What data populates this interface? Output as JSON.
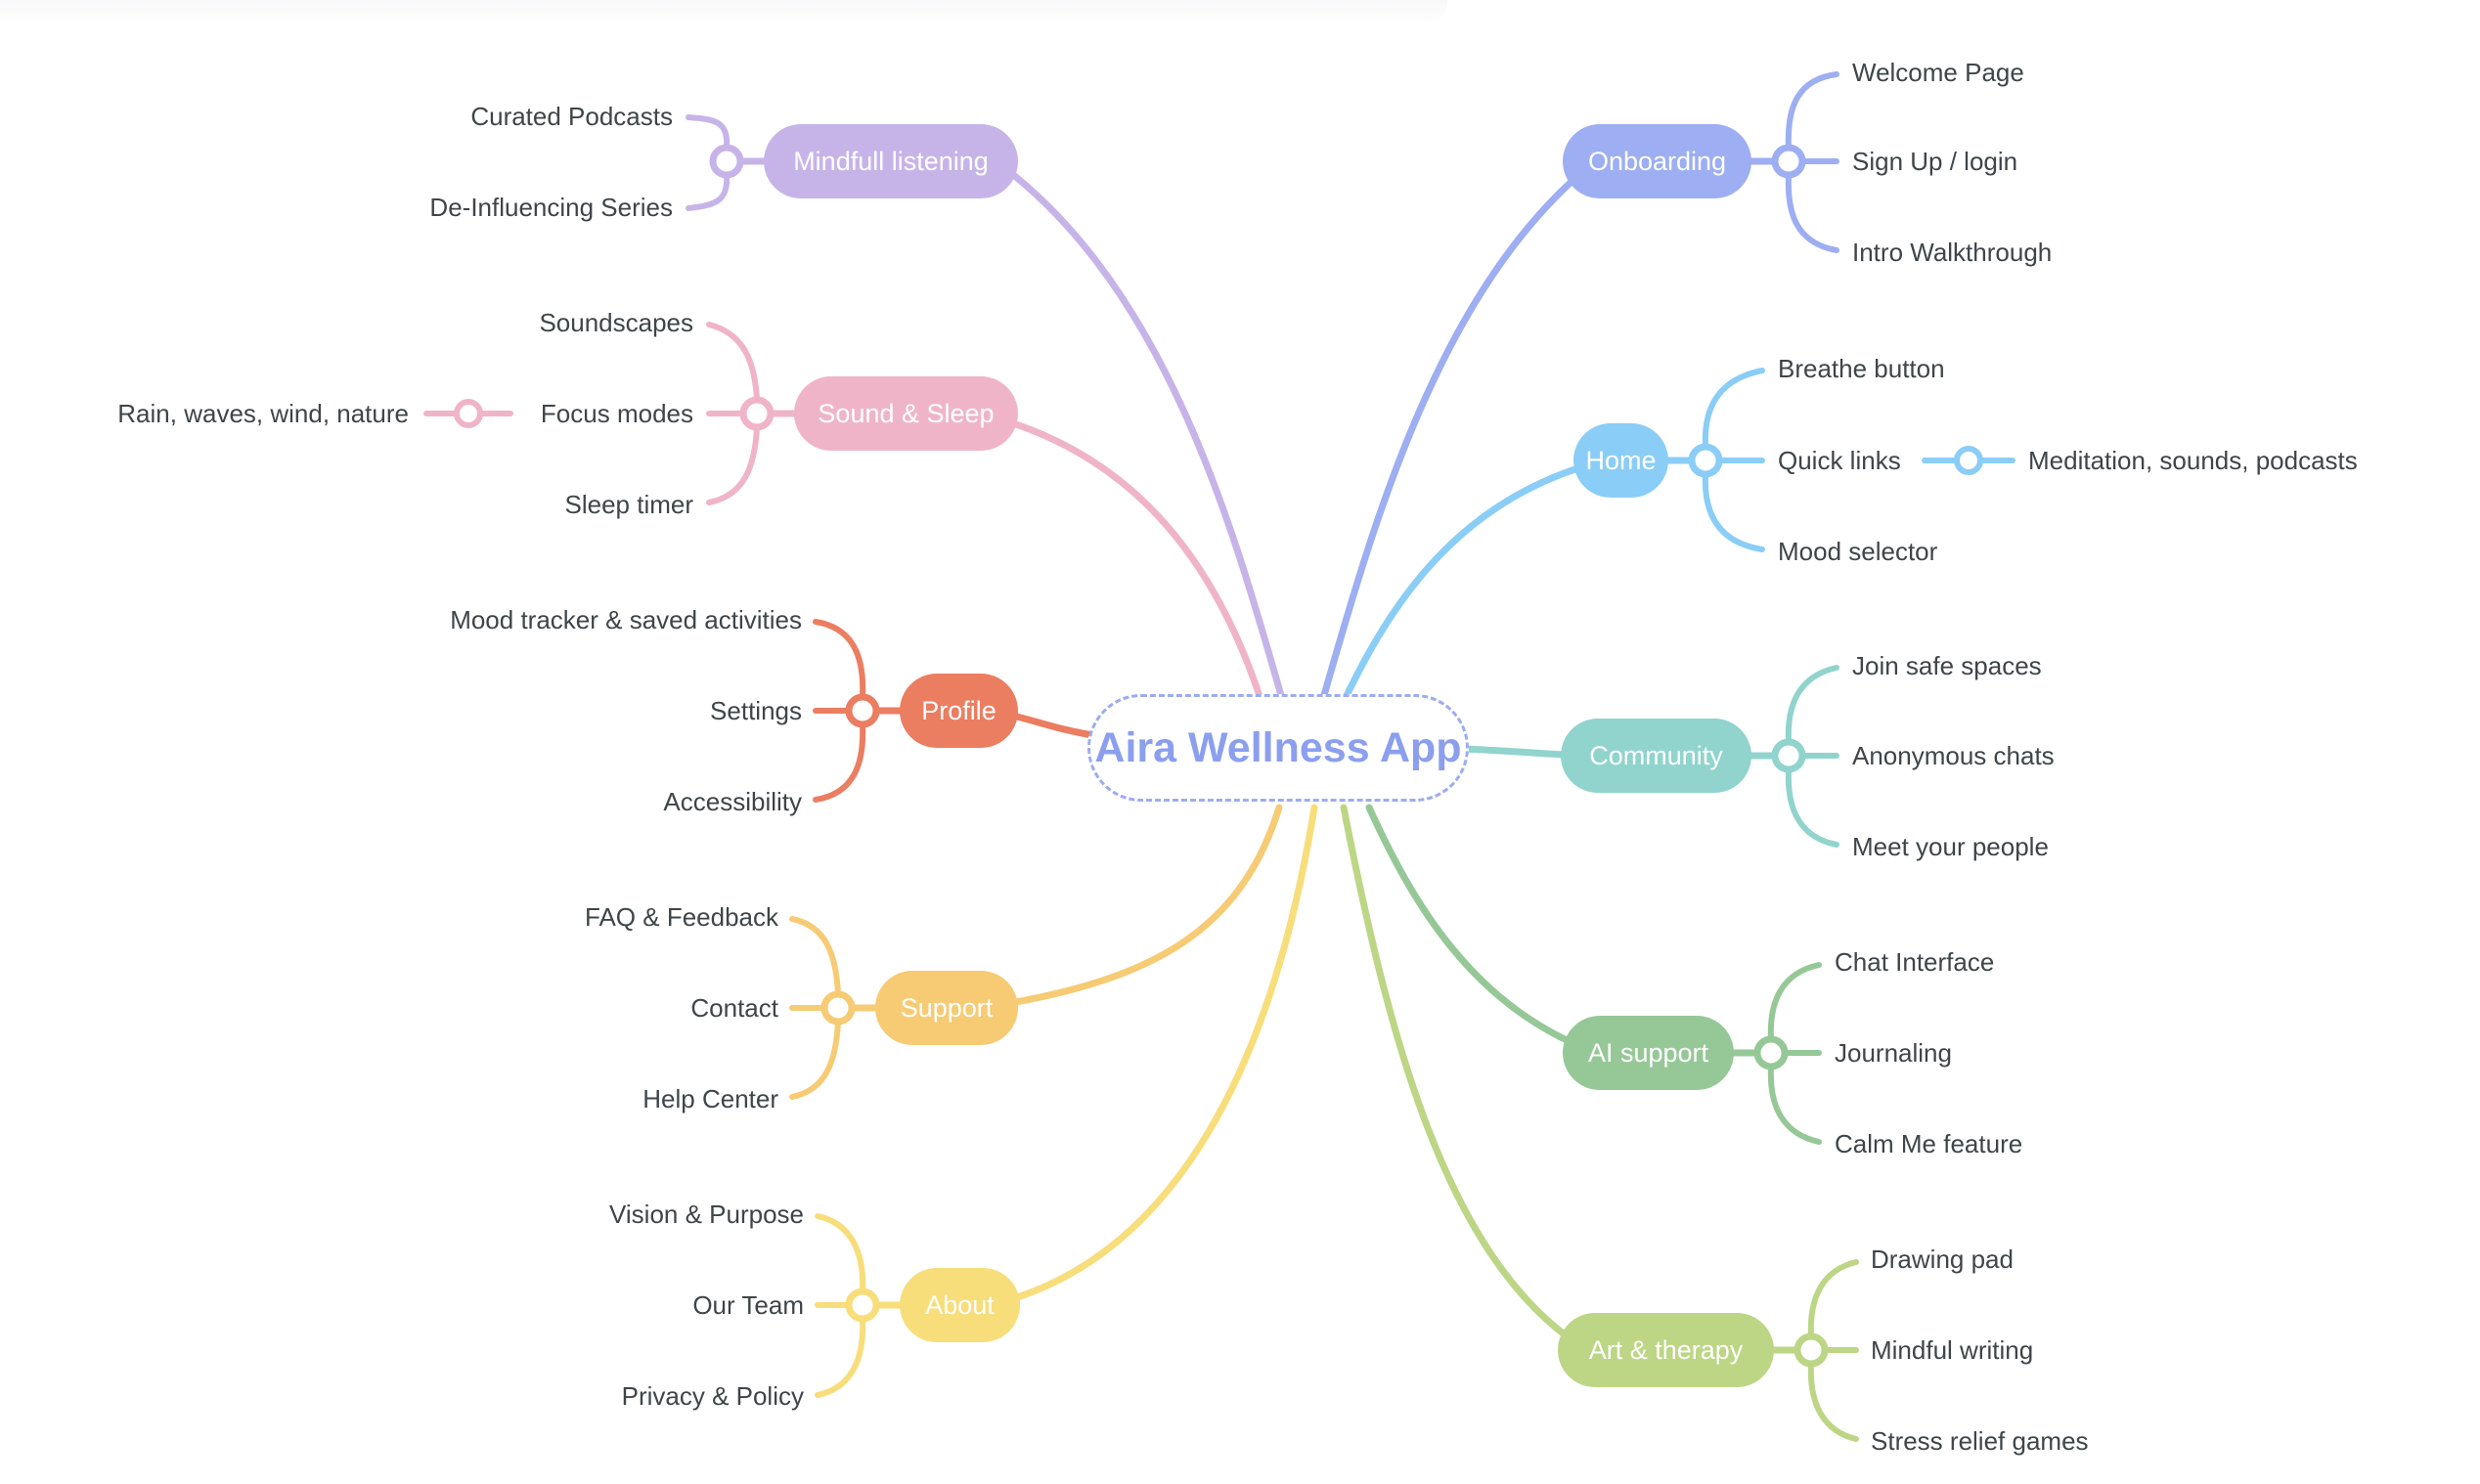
{
  "title": "Aira Wellness App",
  "theme": {
    "background": "#ffffff",
    "leaf_text_color": "#3F4549",
    "center_text_color": "#8B9FEE",
    "center_border_color": "#9DACF1"
  },
  "branches": [
    {
      "label": "Onboarding",
      "color": "#9DAEF2",
      "side": "right",
      "children": [
        {
          "label": "Welcome Page"
        },
        {
          "label": "Sign Up / login"
        },
        {
          "label": "Intro Walkthrough"
        }
      ]
    },
    {
      "label": "Home",
      "color": "#8ACDF6",
      "side": "right",
      "children": [
        {
          "label": "Breathe button"
        },
        {
          "label": "Quick links",
          "children": [
            {
              "label": "Meditation, sounds, podcasts"
            }
          ]
        },
        {
          "label": "Mood selector"
        }
      ]
    },
    {
      "label": "Community",
      "color": "#90D4CD",
      "side": "right",
      "children": [
        {
          "label": "Join safe spaces"
        },
        {
          "label": "Anonymous chats"
        },
        {
          "label": "Meet your people"
        }
      ]
    },
    {
      "label": "AI support",
      "color": "#96C897",
      "side": "right",
      "children": [
        {
          "label": "Chat Interface"
        },
        {
          "label": "Journaling"
        },
        {
          "label": "Calm Me feature"
        }
      ]
    },
    {
      "label": "Art & therapy",
      "color": "#BCD685",
      "side": "right",
      "children": [
        {
          "label": "Drawing pad"
        },
        {
          "label": "Mindful writing"
        },
        {
          "label": "Stress relief games"
        }
      ]
    },
    {
      "label": "Mindfull listening",
      "color": "#C6B4E9",
      "side": "left",
      "children": [
        {
          "label": "Curated Podcasts"
        },
        {
          "label": "De-Influencing Series"
        }
      ]
    },
    {
      "label": "Sound & Sleep",
      "color": "#F0B4C8",
      "side": "left",
      "children": [
        {
          "label": "Soundscapes"
        },
        {
          "label": "Focus modes",
          "children": [
            {
              "label": "Rain, waves, wind, nature"
            }
          ]
        },
        {
          "label": "Sleep timer"
        }
      ]
    },
    {
      "label": "Profile",
      "color": "#EB7D61",
      "side": "left",
      "children": [
        {
          "label": "Mood tracker & saved activities"
        },
        {
          "label": "Settings"
        },
        {
          "label": "Accessibility"
        }
      ]
    },
    {
      "label": "Support",
      "color": "#F6CB74",
      "side": "left",
      "children": [
        {
          "label": "FAQ & Feedback"
        },
        {
          "label": "Contact"
        },
        {
          "label": "Help Center"
        }
      ]
    },
    {
      "label": "About",
      "color": "#F8DD7B",
      "side": "left",
      "children": [
        {
          "label": "Vision & Purpose"
        },
        {
          "label": "Our Team"
        },
        {
          "label": "Privacy & Policy"
        }
      ]
    }
  ]
}
